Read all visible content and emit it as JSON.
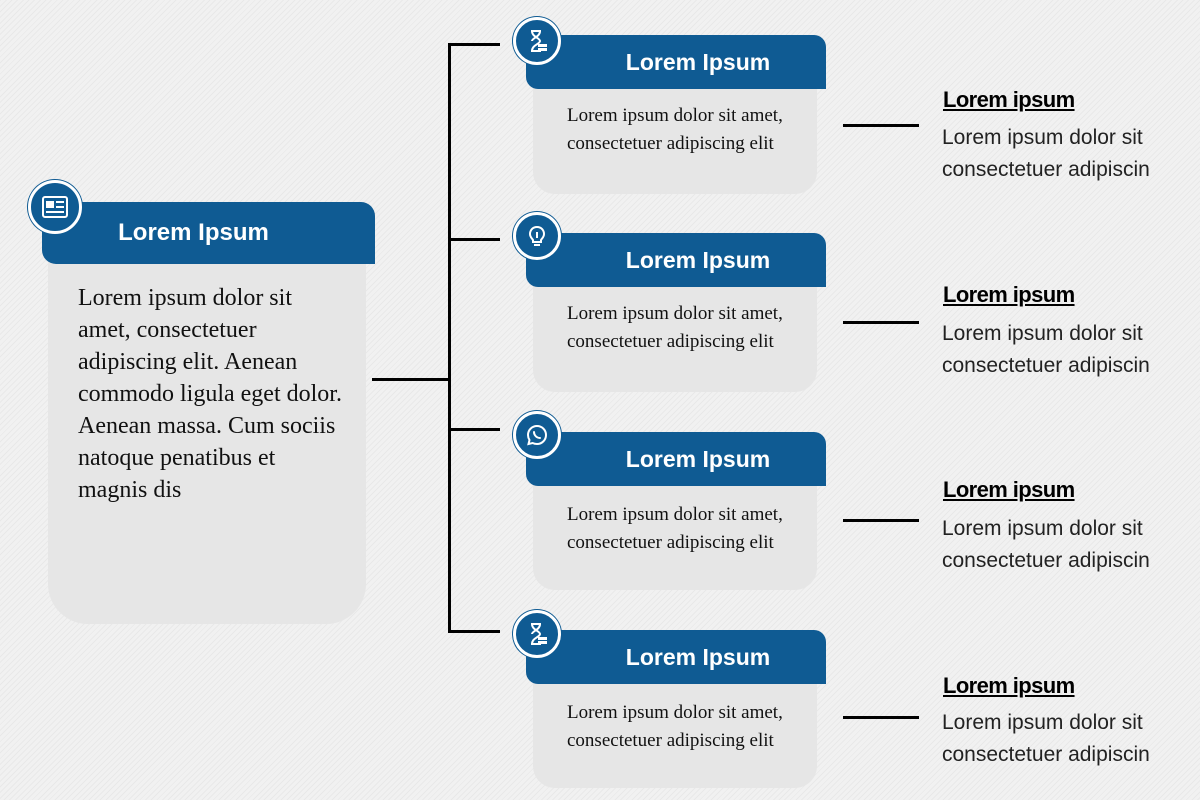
{
  "main": {
    "title": "Lorem Ipsum",
    "icon": "newspaper-icon",
    "text": "Lorem ipsum dolor sit amet, consectetuer adipiscing elit. Aenean commodo ligula eget dolor. Aenean massa. Cum sociis natoque penatibus et magnis dis"
  },
  "branches": [
    {
      "title": "Lorem Ipsum",
      "icon": "hourglass-money-icon",
      "text": "Lorem ipsum dolor sit amet, consectetuer adipiscing elit",
      "side_title": "Lorem ipsum",
      "side_line1": "Lorem ipsum dolor sit",
      "side_line2": "consectetuer adipiscin"
    },
    {
      "title": "Lorem Ipsum",
      "icon": "lightbulb-icon",
      "text": "Lorem ipsum dolor sit amet, consectetuer adipiscing elit",
      "side_title": "Lorem ipsum",
      "side_line1": "Lorem ipsum dolor sit",
      "side_line2": "consectetuer adipiscin"
    },
    {
      "title": "Lorem Ipsum",
      "icon": "whatsapp-icon",
      "text": "Lorem ipsum dolor sit amet, consectetuer adipiscing elit",
      "side_title": "Lorem ipsum",
      "side_line1": "Lorem ipsum dolor sit",
      "side_line2": "consectetuer adipiscin"
    },
    {
      "title": "Lorem Ipsum",
      "icon": "hourglass-money-icon",
      "text": "Lorem ipsum dolor sit amet, consectetuer adipiscing elit",
      "side_title": "Lorem ipsum",
      "side_line1": "Lorem ipsum dolor sit",
      "side_line2": "consectetuer adipiscin"
    }
  ],
  "colors": {
    "accent": "#0f5b93",
    "card": "#e6e6e6",
    "line": "#000000"
  }
}
